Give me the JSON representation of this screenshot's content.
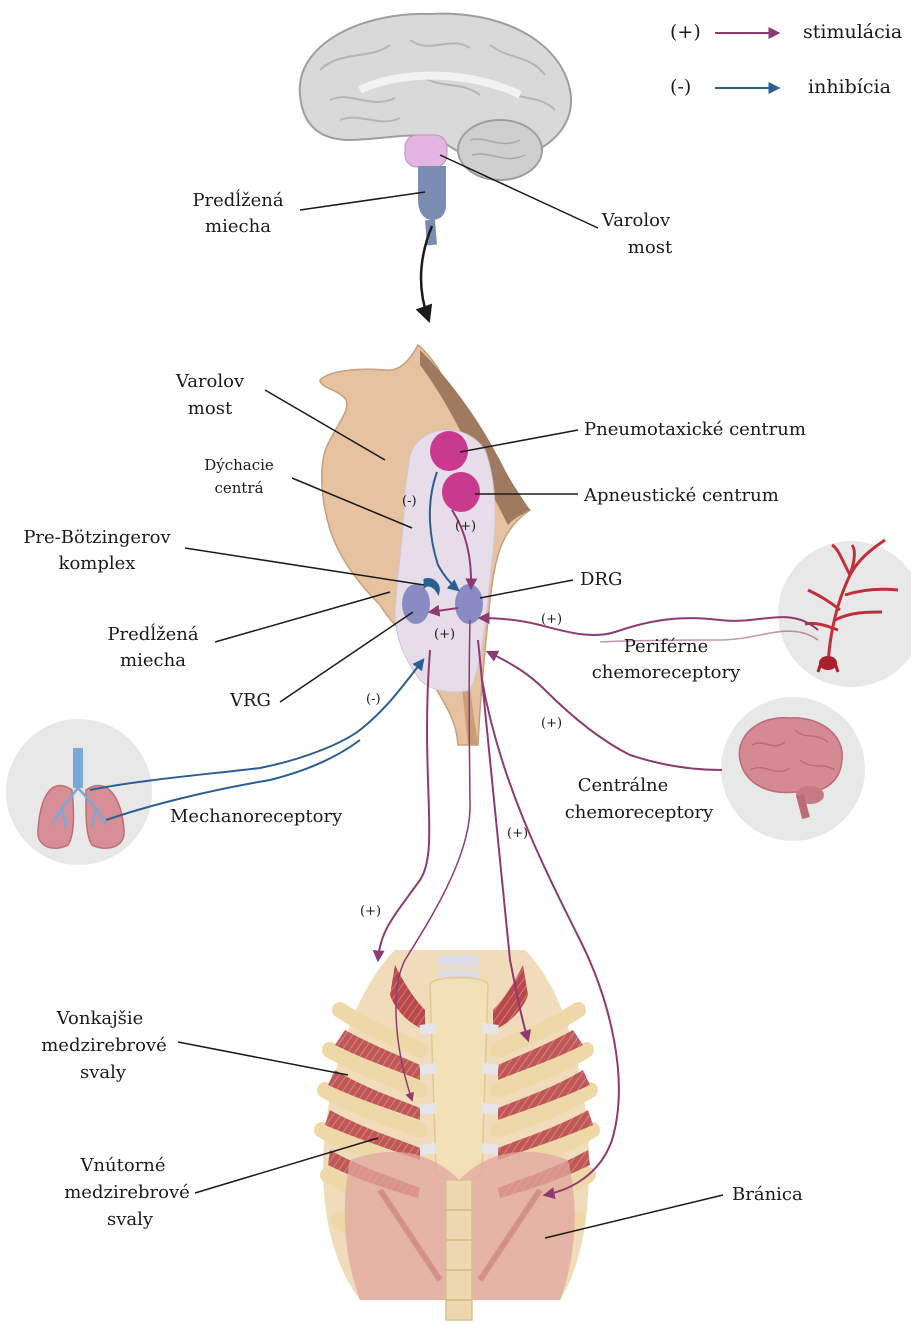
{
  "legend": {
    "stim_sign": "(+)",
    "stim_text": "stimulácia",
    "inhib_sign": "(-)",
    "inhib_text": "inhibícia",
    "stim_color": "#8e3a73",
    "inhib_color": "#2a5f93"
  },
  "brain": {
    "medulla_line1": "Predĺžená",
    "medulla_line2": "miecha",
    "pons_line1": "Varolov",
    "pons_line2": "most"
  },
  "brainstem": {
    "pons_line1": "Varolov",
    "pons_line2": "most",
    "resp_line1": "Dýchacie",
    "resp_line2": "centrá",
    "pneumotaxic": "Pneumotaxické centrum",
    "apneustic": "Apneustické centrum",
    "prebotz_line1": "Pre-Bötzingerov",
    "prebotz_line2": "komplex",
    "drg": "DRG",
    "medulla_line1": "Predĺžená",
    "medulla_line2": "miecha",
    "vrg": "VRG"
  },
  "signs": {
    "pneumo_inhib": "(-)",
    "apneu_stim": "(+)",
    "drg_vrg": "(+)",
    "peripheral": "(+)",
    "central": "(+)",
    "mechano": "(-)",
    "diaphragm_path": "(+)",
    "intercostal_path": "(+)"
  },
  "receptors": {
    "peripheral_line1": "Periférne",
    "peripheral_line2": "chemoreceptory",
    "central_line1": "Centrálne",
    "central_line2": "chemoreceptory",
    "mechano": "Mechanoreceptory"
  },
  "thorax": {
    "ext_line1": "Vonkajšie",
    "ext_line2": "medzirebrové",
    "ext_line3": "svaly",
    "int_line1": "Vnútorné",
    "int_line2": "medzirebrové",
    "int_line3": "svaly",
    "diaphragm": "Bránica"
  }
}
